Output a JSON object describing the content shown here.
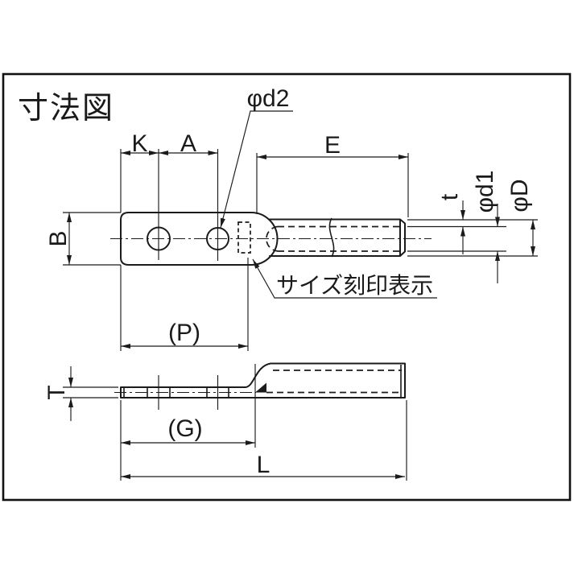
{
  "title": "寸法図",
  "colors": {
    "line": "#1b1b1b",
    "background": "#ffffff"
  },
  "drawing": {
    "top_view": {
      "labels": {
        "K": "K",
        "A": "A",
        "E": "E",
        "B": "B",
        "P": "(P)",
        "phi_d2": "φd2",
        "t": "t",
        "phi_d1": "φd1",
        "phi_D": "φD"
      },
      "note": "サイズ刻印表示"
    },
    "side_view": {
      "labels": {
        "T": "T",
        "G": "(G)",
        "L": "L"
      }
    }
  }
}
